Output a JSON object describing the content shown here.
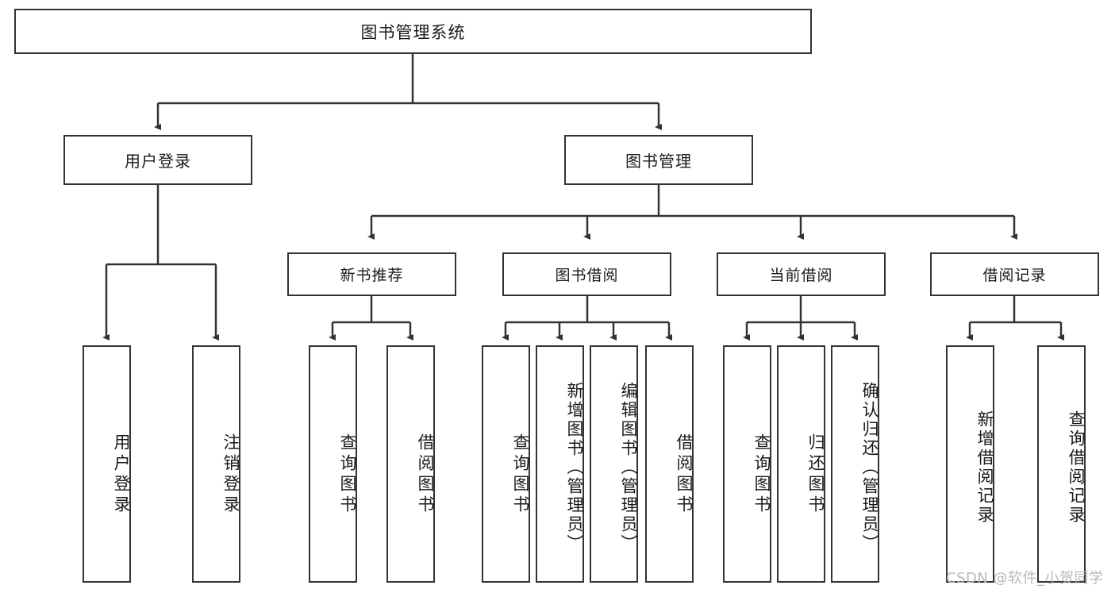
{
  "diagram": {
    "title": "图书管理系统",
    "type": "tree-hierarchy",
    "root": {
      "id": "root",
      "label": "图书管理系统"
    },
    "level2": [
      {
        "id": "user-login",
        "label": "用户登录"
      },
      {
        "id": "book-management",
        "label": "图书管理"
      }
    ],
    "level3": [
      {
        "id": "new-book-recommend",
        "label": "新书推荐",
        "parent": "book-management"
      },
      {
        "id": "book-borrow",
        "label": "图书借阅",
        "parent": "book-management"
      },
      {
        "id": "current-borrow",
        "label": "当前借阅",
        "parent": "book-management"
      },
      {
        "id": "borrow-record",
        "label": "借阅记录",
        "parent": "book-management"
      }
    ],
    "leaves": [
      {
        "id": "leaf-user-login",
        "label": "用户登录",
        "parent": "user-login"
      },
      {
        "id": "leaf-logout-login",
        "label": "注销登录",
        "parent": "user-login"
      },
      {
        "id": "leaf-query-book-1",
        "label": "查询图书",
        "parent": "new-book-recommend"
      },
      {
        "id": "leaf-borrow-book-1",
        "label": "借阅图书",
        "parent": "new-book-recommend"
      },
      {
        "id": "leaf-query-book-2",
        "label": "查询图书",
        "parent": "book-borrow"
      },
      {
        "id": "leaf-add-book",
        "label": "新增图书（管理员）",
        "parent": "book-borrow"
      },
      {
        "id": "leaf-edit-book",
        "label": "编辑图书（管理员）",
        "parent": "book-borrow"
      },
      {
        "id": "leaf-borrow-book-2",
        "label": "借阅图书",
        "parent": "book-borrow"
      },
      {
        "id": "leaf-query-book-3",
        "label": "查询图书",
        "parent": "current-borrow"
      },
      {
        "id": "leaf-return-book",
        "label": "归还图书",
        "parent": "current-borrow"
      },
      {
        "id": "leaf-confirm-return",
        "label": "确认归还（管理员）",
        "parent": "current-borrow"
      },
      {
        "id": "leaf-add-record",
        "label": "新增借阅记录",
        "parent": "borrow-record"
      },
      {
        "id": "leaf-query-record",
        "label": "查询借阅记录",
        "parent": "borrow-record"
      }
    ]
  },
  "watermark": {
    "text": "CSDN @软件_小贺同学"
  },
  "colors": {
    "border": "#333333",
    "text": "#1a1a1a",
    "background": "#ffffff",
    "watermark": "#b8b8b8"
  }
}
